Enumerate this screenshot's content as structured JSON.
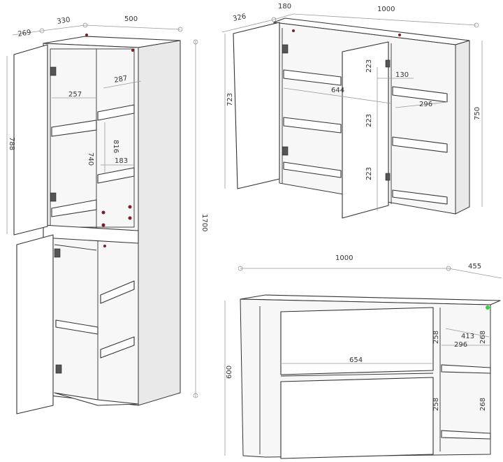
{
  "colors": {
    "edge": "#333333",
    "dimension": "#9a9a9a",
    "cam_dot": "#7a1f2a",
    "marker": "#35d04a"
  },
  "views": {
    "tall_cabinet": {
      "dims": {
        "d269": "269",
        "d330": "330",
        "d500": "500",
        "d287": "287",
        "d257": "257",
        "d816": "816",
        "d740": "740",
        "d183": "183",
        "d788": "788",
        "d1700": "1700"
      }
    },
    "wall_cabinet": {
      "dims": {
        "d326": "326",
        "d180": "180",
        "d1000": "1000",
        "d130": "130",
        "d223a": "223",
        "d644": "644",
        "d296": "296",
        "d723": "723",
        "d223b": "223",
        "d750": "750",
        "d223c": "223"
      }
    },
    "base_unit": {
      "dims": {
        "d1000": "1000",
        "d455": "455",
        "d413": "413",
        "d258a": "258",
        "d268a": "268",
        "d296": "296",
        "d654": "654",
        "d600": "600",
        "d258b": "258",
        "d268b": "268"
      }
    }
  }
}
